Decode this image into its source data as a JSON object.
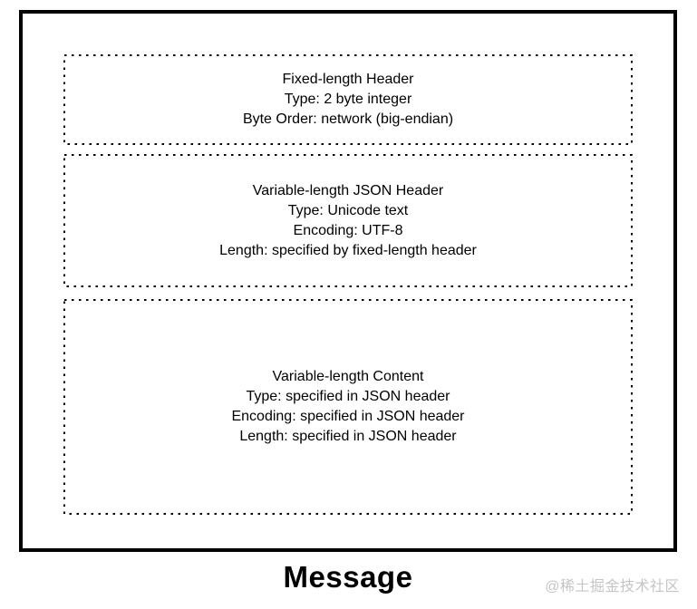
{
  "diagram": {
    "title": "Message",
    "watermark": "@稀土掘金技术社区",
    "colors": {
      "outer_border": "#000000",
      "segment_border": "#000000",
      "background": "#ffffff",
      "text": "#000000",
      "watermark": "#c5c5c5"
    },
    "segments": [
      {
        "name": "fixed-length-header",
        "lines": [
          "Fixed-length Header",
          "Type: 2 byte integer",
          "Byte Order: network (big-endian)"
        ]
      },
      {
        "name": "variable-length-json-header",
        "lines": [
          "Variable-length JSON Header",
          "Type: Unicode text",
          "Encoding: UTF-8",
          "Length: specified by fixed-length header"
        ]
      },
      {
        "name": "variable-length-content",
        "lines": [
          "Variable-length Content",
          "Type: specified in JSON header",
          "Encoding: specified in JSON header",
          "Length: specified in JSON header"
        ]
      }
    ]
  }
}
